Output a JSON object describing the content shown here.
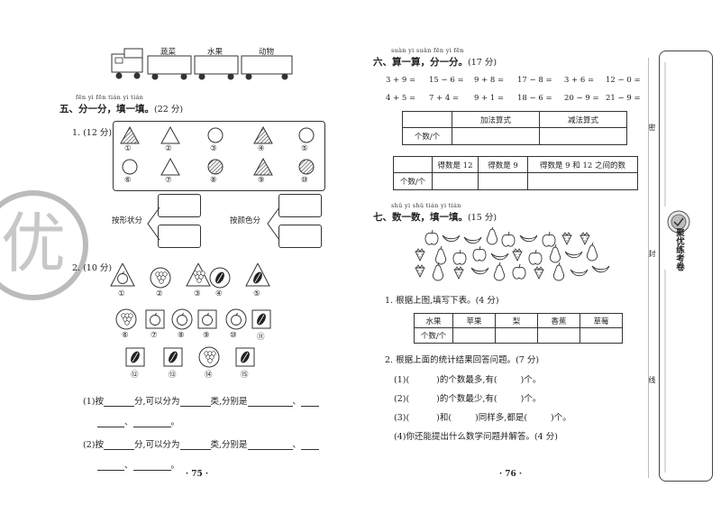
{
  "truck": {
    "labels": [
      "蔬菜",
      "水果",
      "动物"
    ]
  },
  "section5": {
    "pinyin": "fēn yi fēn   tián yi tián",
    "title": "五、分一分，填一填。",
    "points": "(22 分)",
    "q1": {
      "label": "1. (12 分)",
      "numbers": [
        "①",
        "②",
        "③",
        "④",
        "⑤",
        "⑥",
        "⑦",
        "⑧",
        "⑨",
        "⑩"
      ],
      "by_shape": "按形状分",
      "by_color": "按颜色分"
    },
    "q2": {
      "label": "2. (10 分)",
      "numbers": [
        "①",
        "②",
        "③",
        "④",
        "⑤",
        "⑥",
        "⑦",
        "⑧",
        "⑨",
        "⑩",
        "⑪",
        "⑫",
        "⑬",
        "⑭",
        "⑮"
      ]
    },
    "fill1": {
      "a": "(1)按",
      "b": "分,可以分为",
      "c": "类,分别是",
      "d": "、",
      "e": "、",
      "f": "。"
    },
    "fill2": {
      "a": "(2)按",
      "b": "分,可以分为",
      "c": "类,分别是",
      "d": "、",
      "e": "、",
      "f": "。"
    }
  },
  "page_left": "· 75 ·",
  "page_right": "· 76 ·",
  "section6": {
    "pinyin": "suàn yi suàn   fēn yi fēn",
    "title": "六、算一算，分一分。",
    "points": "(17 分)",
    "row1": [
      "3 + 9 =",
      "15 − 6 =",
      "9 + 8 =",
      "17 − 8 =",
      "3 + 6 =",
      "12 − 0 ="
    ],
    "row2": [
      "4 + 5 =",
      "7 + 4 =",
      "9 + 1 =",
      "18 − 6 =",
      "20 − 9 =",
      "21 − 9 ="
    ],
    "table1": {
      "headers": [
        "",
        "加法算式",
        "减法算式"
      ],
      "row_label": "个数/个"
    },
    "table2": {
      "headers": [
        "",
        "得数是 12",
        "得数是 9",
        "得数是 9 和 12 之间的数"
      ],
      "row_label": "个数/个"
    }
  },
  "section7": {
    "pinyin": "shǔ yi shǔ   tián yi tián",
    "title": "七、数一数，填一填。",
    "points": "(15 分)",
    "q1": "1. 根据上图,填写下表。(4 分)",
    "table": {
      "headers": [
        "水果",
        "苹果",
        "梨",
        "香蕉",
        "草莓"
      ],
      "row_label": "个数/个"
    },
    "q2": "2. 根据上面的统计结果回答问题。(7 分)",
    "l1": {
      "a": "(1)(",
      "b": ")的个数最多,有(",
      "c": ")个。"
    },
    "l2": {
      "a": "(2)(",
      "b": ")的个数最少,有(",
      "c": ")个。"
    },
    "l3": {
      "a": "(3)(",
      "b": ")和(",
      "c": ")同样多,都是(",
      "d": ")个。"
    },
    "l4": "(4)你还能提出什么数学问题并解答。(4 分)"
  },
  "sidebar": {
    "brand": "聚优练考卷",
    "labels": [
      "密",
      "封",
      "线"
    ]
  },
  "stamp": "优"
}
